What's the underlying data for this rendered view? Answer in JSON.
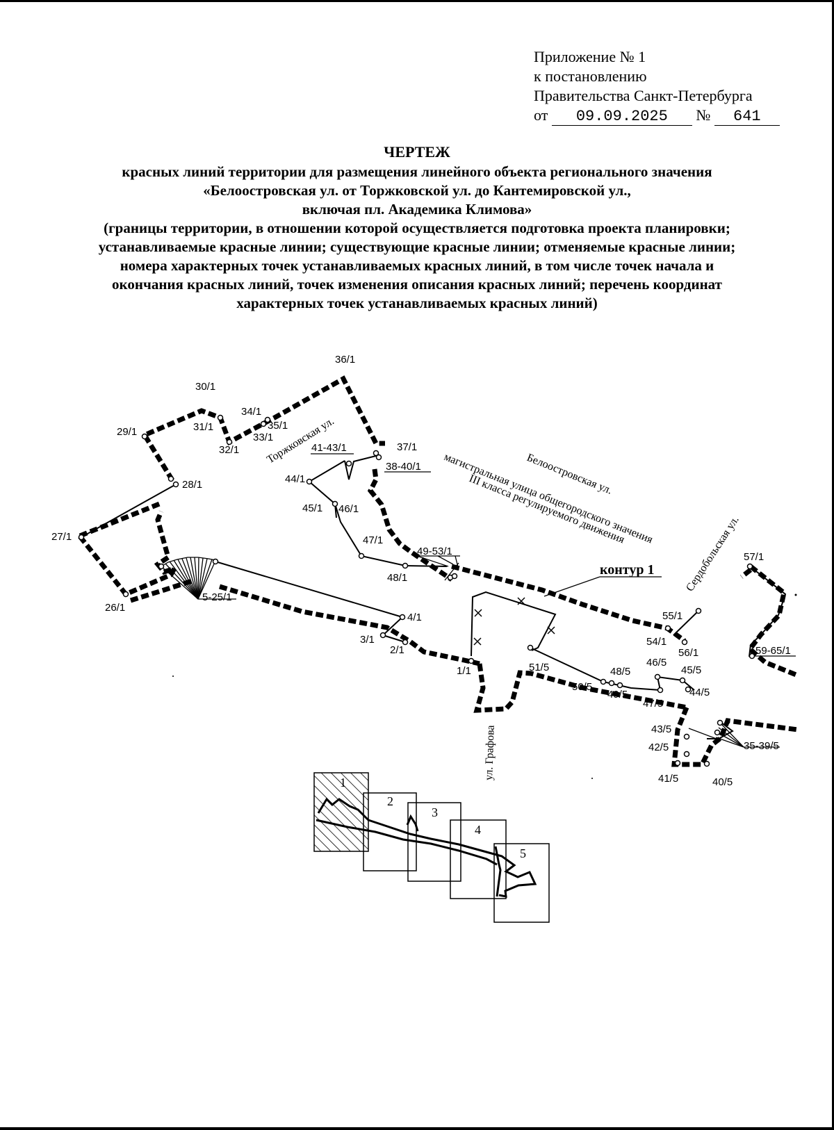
{
  "attachment": {
    "line1": "Приложение № 1",
    "line2": "к постановлению",
    "line3": "Правительства Санкт-Петербурга",
    "prefix_date": "от",
    "date": "09.09.2025",
    "prefix_number": "№",
    "number": "641"
  },
  "title": {
    "heading": "ЧЕРТЕЖ",
    "lines": [
      "красных линий территории для размещения линейного объекта регионального значения",
      "«Белоостровская ул. от Торжковской ул. до Кантемировской ул.,",
      "включая пл. Академика Климова»",
      "(границы территории, в отношении которой осуществляется подготовка проекта планировки;",
      "устанавливаемые красные линии; существующие красные линии; отменяемые красные линии;",
      "номера характерных точек устанавливаемых красных линий, в том числе точек начала и",
      "окончания красных линий, точек изменения описания красных линий; перечень координат",
      "характерных точек устанавливаемых красных линий)"
    ]
  },
  "drawing": {
    "streets": {
      "torzhkovskaya": "Торжковская ул.",
      "beloostrovskaya_1": "Белоостровская ул.",
      "beloostrovskaya_2": "магистральная улица общегородского значения",
      "beloostrovskaya_3": "III класса регулируемого движения",
      "serdobolskaya": "Сердобольская ул.",
      "grafova": "ул. Графова"
    },
    "contour_label": "контур 1",
    "point_labels": {
      "p36": "36/1",
      "p30": "30/1",
      "p34": "34/1",
      "p35": "35/1",
      "p31": "31/1",
      "p33": "33/1",
      "p32": "32/1",
      "p29": "29/1",
      "p28": "28/1",
      "p27": "27/1",
      "p26": "26/1",
      "p5_25": "5-25/1",
      "p4": "4/1",
      "p3": "3/1",
      "p2": "2/1",
      "p1": "1/1",
      "p41_43": "41-43/1",
      "p44": "44/1",
      "p45": "45/1",
      "p46": "46/1",
      "p47": "47/1",
      "p48": "48/1",
      "p49_53": "49-53/1",
      "p37": "37/1",
      "p38_40": "38-40/1",
      "p55": "55/1",
      "p54": "54/1",
      "p56": "56/1",
      "p57": "57/1",
      "p59_65": "59-65/1",
      "p51_5": "51/5",
      "p50_5": "50/5",
      "p49_5": "49/5",
      "p48_5": "48/5",
      "p47_5": "47/5",
      "p46_5": "46/5",
      "p45_5": "45/5",
      "p44_5": "44/5",
      "p43_5": "43/5",
      "p42_5": "42/5",
      "p41_5": "41/5",
      "p40_5": "40/5",
      "p35_39_5": "35-39/5"
    },
    "sheet_index": [
      "1",
      "2",
      "3",
      "4",
      "5"
    ]
  }
}
